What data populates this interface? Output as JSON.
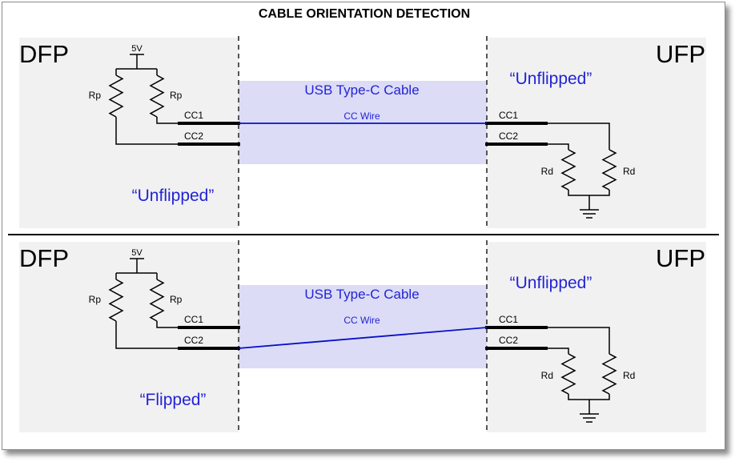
{
  "title": "CABLE ORIENTATION DETECTION",
  "colors": {
    "panel": "#f1f1f1",
    "cable": "#dcdcf6",
    "wire": "#0a10c8",
    "label_blue": "#2323d6",
    "line": "#000000"
  },
  "top": {
    "dfp": "DFP",
    "ufp": "UFP",
    "cable_label": "USB Type-C Cable",
    "wire_label": "CC Wire",
    "vsupply": "5V",
    "rp1": "Rp",
    "rp2": "Rp",
    "dfp_cc1": "CC1",
    "dfp_cc2": "CC2",
    "ufp_cc1": "CC1",
    "ufp_cc2": "CC2",
    "rd1": "Rd",
    "rd2": "Rd",
    "dfp_state": "“Unflipped”",
    "ufp_state": "“Unflipped”"
  },
  "bottom": {
    "dfp": "DFP",
    "ufp": "UFP",
    "cable_label": "USB Type-C Cable",
    "wire_label": "CC Wire",
    "vsupply": "5V",
    "rp1": "Rp",
    "rp2": "Rp",
    "dfp_cc1": "CC1",
    "dfp_cc2": "CC2",
    "ufp_cc1": "CC1",
    "ufp_cc2": "CC2",
    "rd1": "Rd",
    "rd2": "Rd",
    "dfp_state": "“Flipped”",
    "ufp_state": "“Unflipped”"
  }
}
